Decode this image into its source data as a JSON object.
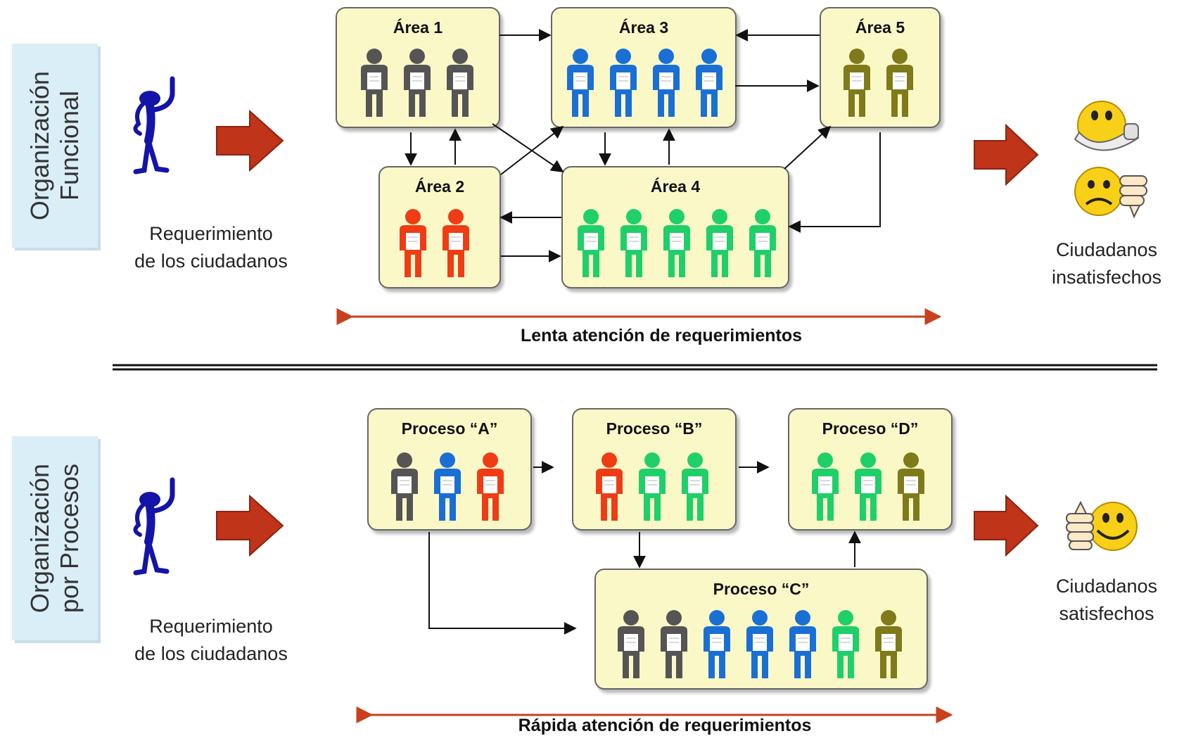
{
  "colors": {
    "gray": "#555555",
    "blue": "#1a6fd4",
    "red": "#f03c14",
    "green": "#1fcf6a",
    "olive": "#7f7a1a",
    "box_fill": "#fbf8c8",
    "side_label_bg": "#daeef8",
    "big_arrow": "#c0341a",
    "timeline": "#c8401e",
    "citizen_figure": "#1414a8"
  },
  "top": {
    "side_label_line1": "Organización",
    "side_label_line2": "Funcional",
    "requirement_line1": "Requerimiento",
    "requirement_line2": "de los ciudadanos",
    "result_line1": "Ciudadanos",
    "result_line2": "insatisfechos",
    "timeline_label": "Lenta atención de requerimientos",
    "result_icons": [
      "phone-smiley-icon",
      "sad-thumbs-down-smiley-icon"
    ],
    "boxes": [
      {
        "title": "Área 1",
        "people": [
          "gray",
          "gray",
          "gray"
        ]
      },
      {
        "title": "Área 2",
        "people": [
          "red",
          "red"
        ]
      },
      {
        "title": "Área 3",
        "people": [
          "blue",
          "blue",
          "blue",
          "blue"
        ]
      },
      {
        "title": "Área 4",
        "people": [
          "green",
          "green",
          "green",
          "green",
          "green"
        ]
      },
      {
        "title": "Área 5",
        "people": [
          "olive",
          "olive"
        ]
      }
    ]
  },
  "bottom": {
    "side_label_line1": "Organización",
    "side_label_line2": "por Procesos",
    "requirement_line1": "Requerimiento",
    "requirement_line2": "de los ciudadanos",
    "result_line1": "Ciudadanos",
    "result_line2": "satisfechos",
    "timeline_label": "Rápida atención de requerimientos",
    "result_icons": [
      "thumbs-up-smiley-icon"
    ],
    "boxes": [
      {
        "title": "Proceso “A”",
        "people": [
          "gray",
          "blue",
          "red"
        ]
      },
      {
        "title": "Proceso “B”",
        "people": [
          "red",
          "green",
          "green"
        ]
      },
      {
        "title": "Proceso “C”",
        "people": [
          "gray",
          "gray",
          "blue",
          "blue",
          "blue",
          "green",
          "olive"
        ]
      },
      {
        "title": "Proceso “D”",
        "people": [
          "green",
          "green",
          "olive"
        ]
      }
    ]
  }
}
